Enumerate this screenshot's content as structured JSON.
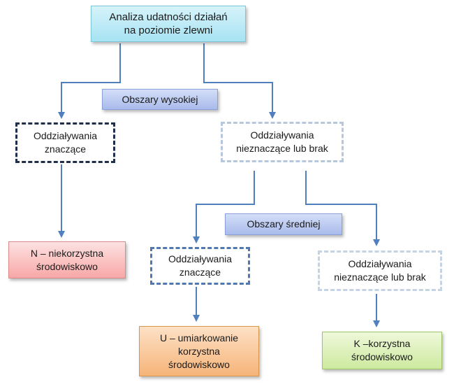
{
  "diagram": {
    "root": {
      "line1": "Analiza udatności działań",
      "line2": "na poziomie zlewni"
    },
    "band_high": {
      "label": "Obszary wysokiej"
    },
    "band_mid": {
      "label": "Obszary średniej"
    },
    "node_significant_high": {
      "line1": "Oddziaływania",
      "line2": "znaczące"
    },
    "node_insignificant_high": {
      "line1": "Oddziaływania",
      "line2": "nieznaczące lub brak"
    },
    "node_significant_mid": {
      "line1": "Oddziaływania",
      "line2": "znaczące"
    },
    "node_insignificant_mid": {
      "line1": "Oddziaływania",
      "line2": "nieznaczące lub brak"
    },
    "outcome_n": {
      "line1": "N – niekorzystna",
      "line2": "środowiskowo"
    },
    "outcome_u": {
      "line1": "U – umiarkowanie",
      "line2": "korzystna",
      "line3": "środowiskowo"
    },
    "outcome_k": {
      "line1": "K –korzystna",
      "line2": "środowiskowo"
    },
    "colors": {
      "connector": "#4f7fbd",
      "root_fill": "#a7e3f2",
      "band_fill": "#a9bbeb",
      "outcome_n_fill": "#f8a7a7",
      "outcome_u_fill": "#f6b479",
      "outcome_k_fill": "#cdea9f"
    }
  }
}
